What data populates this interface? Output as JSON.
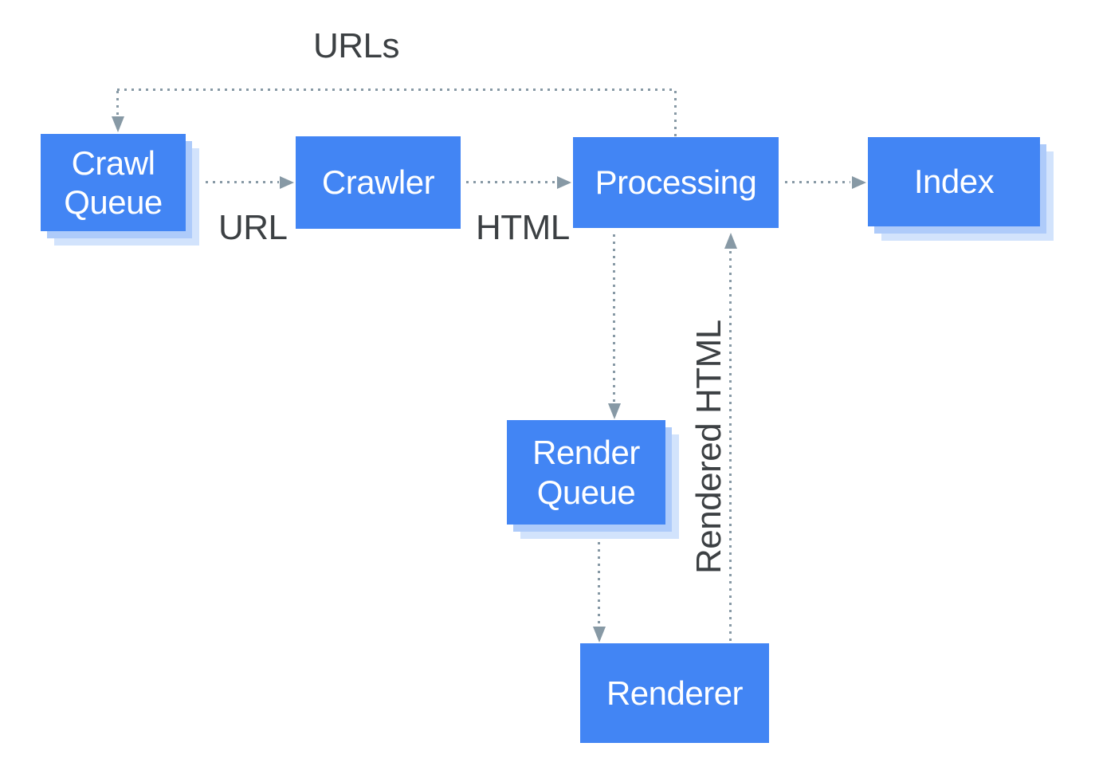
{
  "diagram": {
    "title_hint": "Crawling, rendering and indexing pipeline",
    "nodes": {
      "crawl_queue": {
        "label": "Crawl Queue",
        "style": "stacked"
      },
      "crawler": {
        "label": "Crawler",
        "style": "plain"
      },
      "processing": {
        "label": "Processing",
        "style": "plain"
      },
      "index": {
        "label": "Index",
        "style": "stacked"
      },
      "render_queue": {
        "label": "Render Queue",
        "style": "stacked"
      },
      "renderer": {
        "label": "Renderer",
        "style": "plain"
      }
    },
    "edge_labels": {
      "urls": "URLs",
      "url": "URL",
      "html": "HTML",
      "rendered_html": "Rendered HTML"
    },
    "edges": [
      {
        "from": "processing",
        "to": "crawl_queue",
        "label": "URLs",
        "style": "dotted"
      },
      {
        "from": "crawl_queue",
        "to": "crawler",
        "label": "URL",
        "style": "dotted"
      },
      {
        "from": "crawler",
        "to": "processing",
        "label": "HTML",
        "style": "dotted"
      },
      {
        "from": "processing",
        "to": "index",
        "label": "",
        "style": "dotted"
      },
      {
        "from": "processing",
        "to": "render_queue",
        "label": "",
        "style": "dotted"
      },
      {
        "from": "render_queue",
        "to": "renderer",
        "label": "",
        "style": "dotted"
      },
      {
        "from": "renderer",
        "to": "processing",
        "label": "Rendered HTML",
        "style": "dotted"
      }
    ],
    "colors": {
      "node_fill": "#4285F4",
      "node_text": "#FFFFFF",
      "stack_layer_medium": "#AECBFA",
      "stack_layer_light": "#D2E3FC",
      "connector": "#8799A5",
      "edge_label_text": "#3C4043",
      "background": "#FFFFFF"
    }
  }
}
